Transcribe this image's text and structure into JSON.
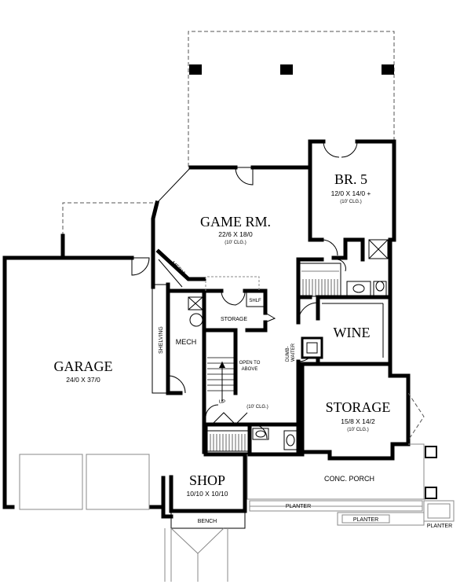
{
  "rooms": {
    "game_rm": {
      "name": "GAME RM.",
      "dims": "22/6 X 18/0",
      "clg": "(10' CLG.)"
    },
    "br5": {
      "name": "BR. 5",
      "dims": "12/0 X 14/0 +",
      "clg": "(10' CLG.)"
    },
    "garage": {
      "name": "GARAGE",
      "dims": "24/0 X 37/0"
    },
    "shop": {
      "name": "SHOP",
      "dims": "10/10 X 10/10"
    },
    "storage_big": {
      "name": "STORAGE",
      "dims": "15/8 X 14/2",
      "clg": "(10' CLG.)"
    },
    "wine": {
      "name": "WINE"
    },
    "mech": {
      "name": "MECH"
    },
    "storage_small": {
      "name": "STORAGE"
    }
  },
  "labels": {
    "media": "MEDIA",
    "shelving": "SHELVING",
    "shlf": "SHLF",
    "dumb_waiter_1": "DUMB-",
    "dumb_waiter_2": "WAITER",
    "open_to_1": "OPEN TO",
    "open_to_2": "ABOVE",
    "up": "UP",
    "stair_clg": "(10' CLG.)",
    "conc_porch": "CONC. PORCH",
    "planter_1": "PLANTER",
    "planter_2": "PLANTER",
    "planter_3": "PLANTER",
    "bench": "BENCH"
  }
}
